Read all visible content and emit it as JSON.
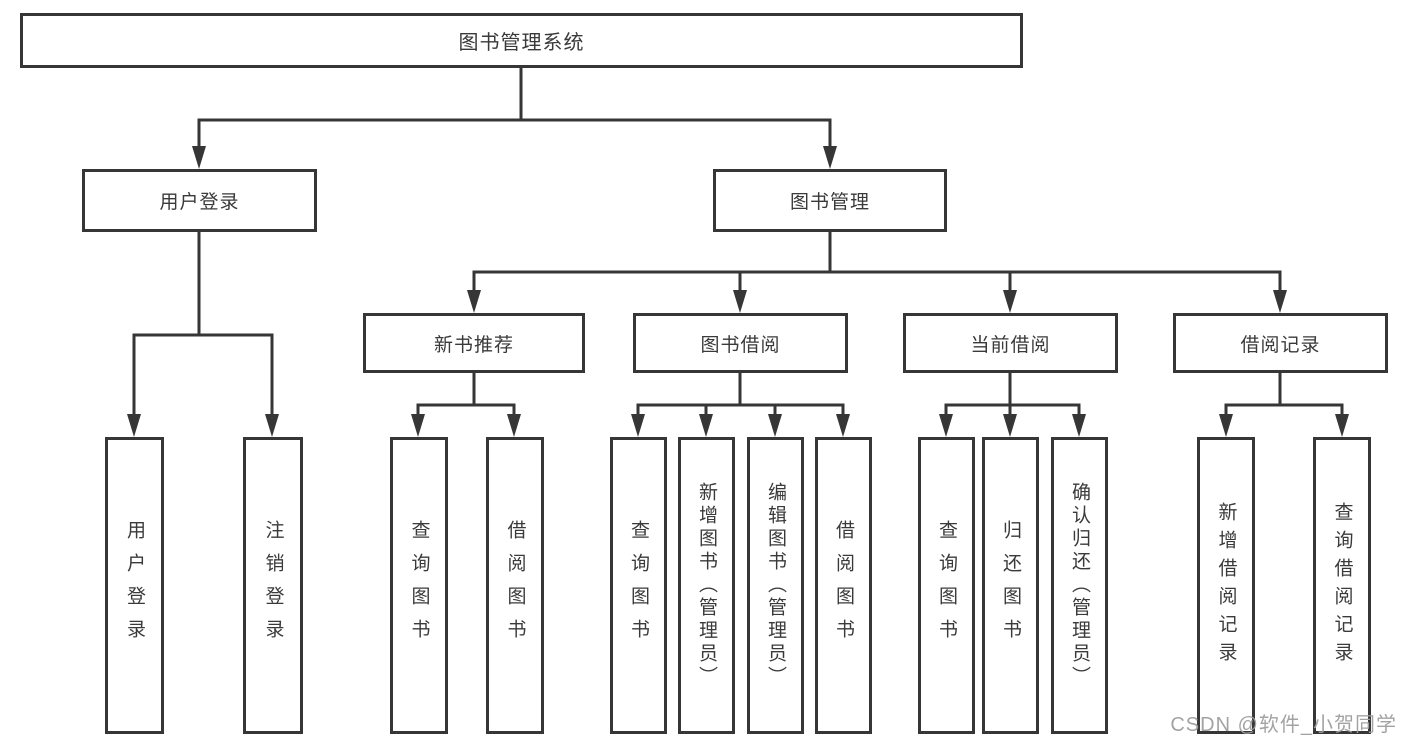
{
  "diagram": {
    "title": "图书管理系统",
    "root": {
      "label": "图书管理系统"
    },
    "level2": [
      {
        "label": "用户登录"
      },
      {
        "label": "图书管理"
      }
    ],
    "level3": [
      {
        "label": "新书推荐"
      },
      {
        "label": "图书借阅"
      },
      {
        "label": "当前借阅"
      },
      {
        "label": "借阅记录"
      }
    ],
    "leaves": {
      "login": [
        "用户登录",
        "注销登录"
      ],
      "newbook": [
        "查询图书",
        "借阅图书"
      ],
      "borrow": [
        "查询图书",
        "新增图书（管理员）",
        "编辑图书（管理员）",
        "借阅图书"
      ],
      "current": [
        "查询图书",
        "归还图书",
        "确认归还（管理员）"
      ],
      "records": [
        "新增借阅记录",
        "查询借阅记录"
      ]
    }
  },
  "watermark": "CSDN @软件_小贺同学",
  "colors": {
    "line": "#363636",
    "text": "#3a3a3a",
    "watermark": "#9e9e9e",
    "background": "#ffffff"
  }
}
